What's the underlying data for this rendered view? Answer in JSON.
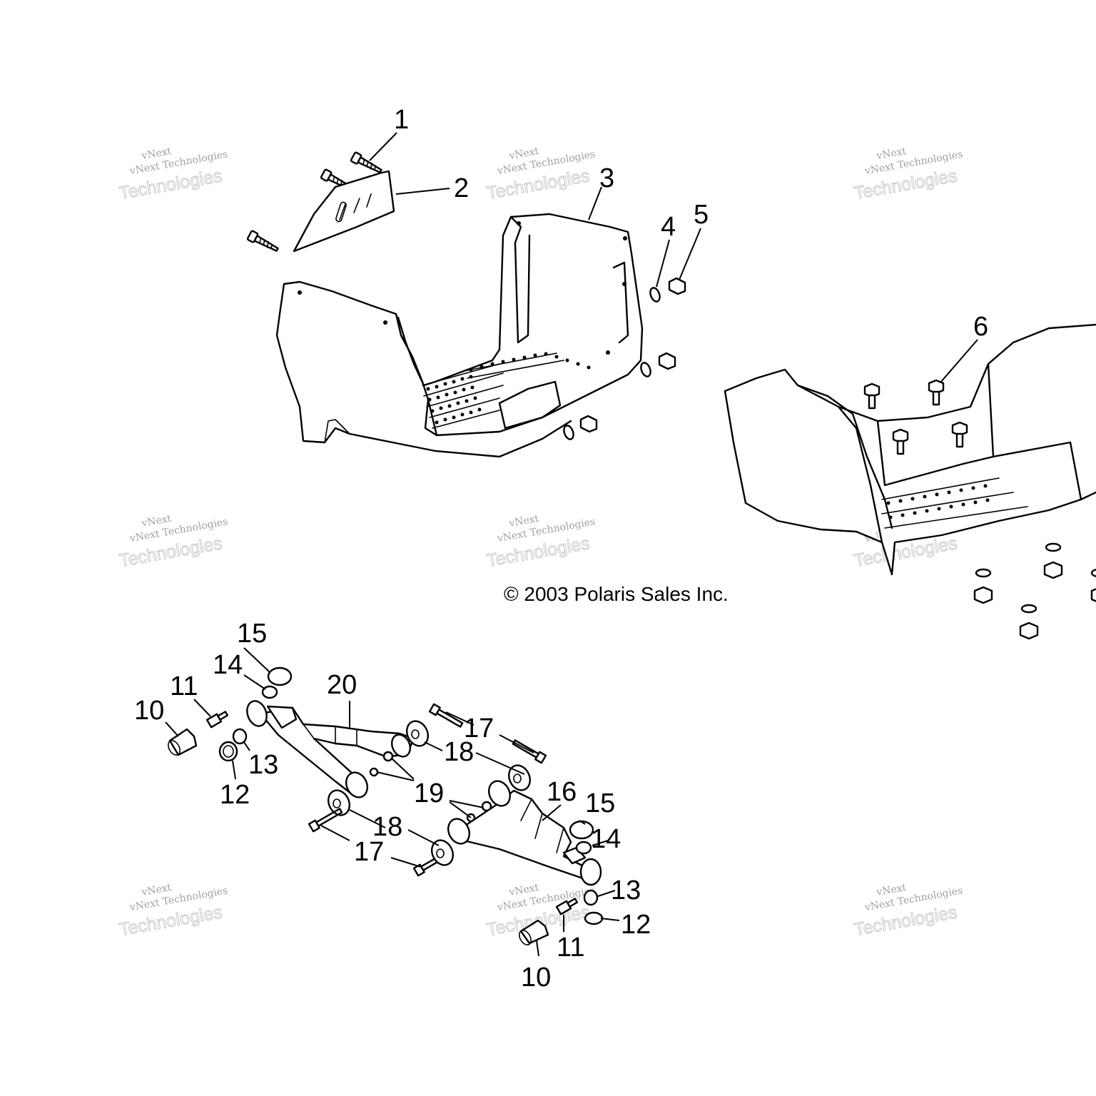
{
  "copyright": "© 2003 Polaris Sales Inc.",
  "watermark": {
    "brand": "vNext",
    "line1": "vNext Technologies",
    "line2": "Technologies"
  },
  "callouts": {
    "c1": "1",
    "c2": "2",
    "c3": "3",
    "c4": "4",
    "c5": "5",
    "c6": "6",
    "c10": "10",
    "c11": "11",
    "c12": "12",
    "c13": "13",
    "c14": "14",
    "c15": "15",
    "c16": "16",
    "c17": "17",
    "c18": "18",
    "c19": "19",
    "c20": "20"
  }
}
